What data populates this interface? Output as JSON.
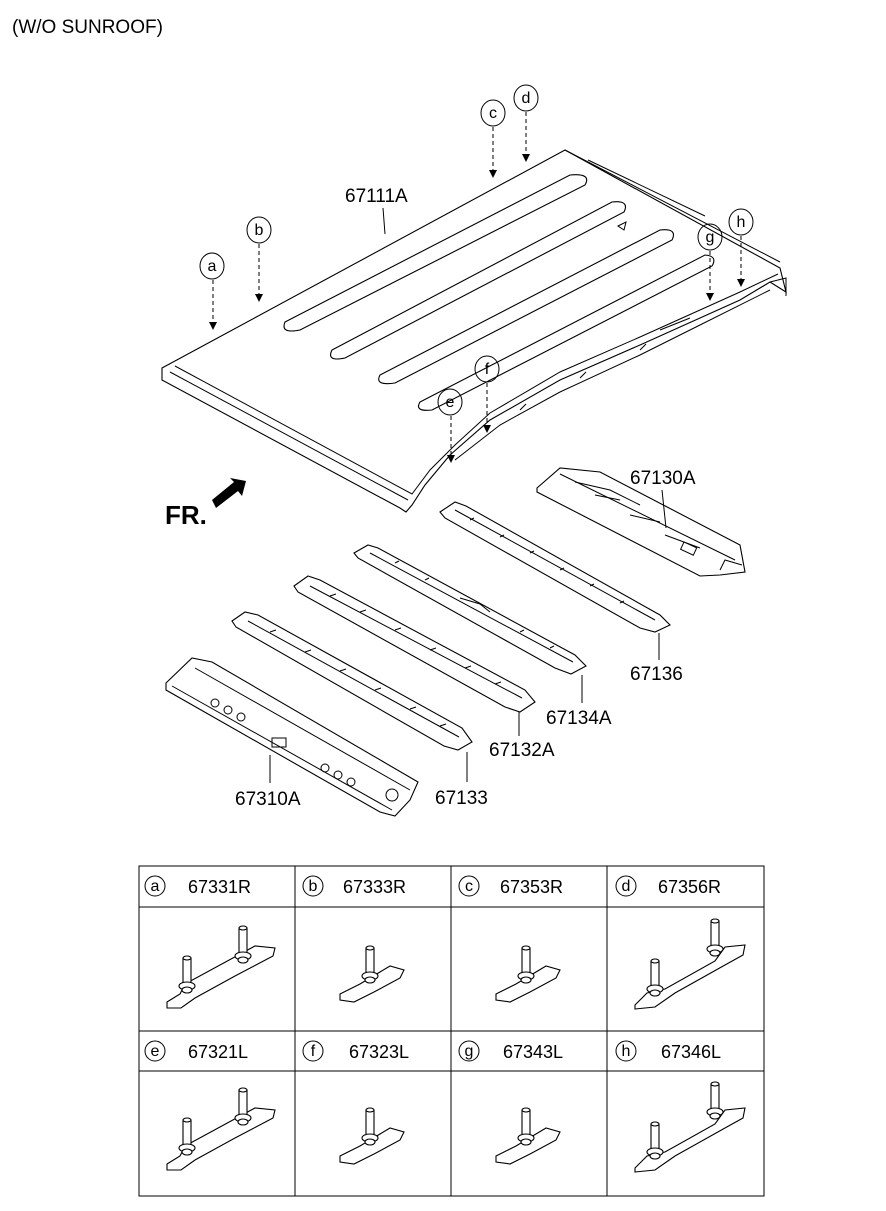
{
  "title": "(W/O SUNROOF)",
  "front_marker": "FR.",
  "callouts": [
    "a",
    "b",
    "c",
    "d",
    "e",
    "f",
    "g",
    "h"
  ],
  "parts": {
    "roof_panel": "67111A",
    "rear_rail": "67130A",
    "bow_136": "67136",
    "bow_134": "67134A",
    "bow_132": "67132A",
    "bow_133": "67133",
    "front_rail": "67310A"
  },
  "legend": [
    {
      "key": "a",
      "part": "67331R"
    },
    {
      "key": "b",
      "part": "67333R"
    },
    {
      "key": "c",
      "part": "67353R"
    },
    {
      "key": "d",
      "part": "67356R"
    },
    {
      "key": "e",
      "part": "67321L"
    },
    {
      "key": "f",
      "part": "67323L"
    },
    {
      "key": "g",
      "part": "67343L"
    },
    {
      "key": "h",
      "part": "67346L"
    }
  ]
}
